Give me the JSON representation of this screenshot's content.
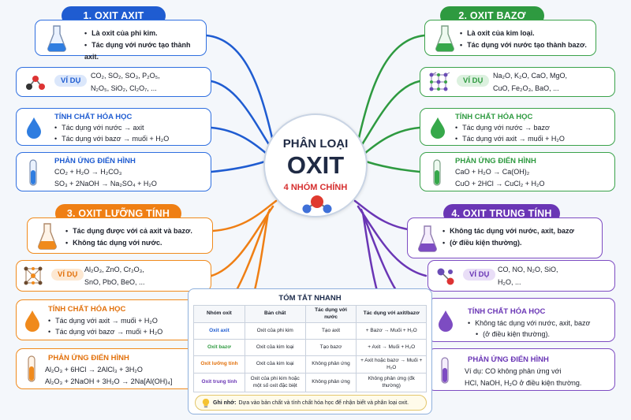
{
  "center": {
    "line1": "PHÂN LOẠI",
    "line2": "OXIT",
    "line3": "4 NHÓM CHÍNH"
  },
  "colors": {
    "blue": "#1f5cd1",
    "green": "#2e9a40",
    "orange": "#ef7f14",
    "purple": "#6a36b5"
  },
  "groups": {
    "axit": {
      "title": "1. OXIT AXIT",
      "points": [
        "Là oxit của phi kim.",
        "Tác dụng với nước tạo thành axit."
      ],
      "example_label": "VÍ DỤ",
      "examples": [
        "CO₂,  SO₂,  SO₃,  P₂O₅,",
        "N₂O₅,  SiO₂,  Cl₂O₇, ..."
      ],
      "chem_title": "TÍNH CHẤT HÓA HỌC",
      "chem": [
        "Tác dụng với nước → axit",
        "Tác dụng với bazơ → muối + H₂O"
      ],
      "react_title": "PHẢN ỨNG ĐIỂN HÌNH",
      "react": [
        "CO₂  +  H₂O  →  H₂CO₃",
        "SO₃  +  2NaOH  →  Na₂SO₄  +  H₂O"
      ]
    },
    "bazo": {
      "title": "2. OXIT BAZƠ",
      "points": [
        "Là oxit của kim loại.",
        "Tác dụng với nước tạo thành bazơ."
      ],
      "example_label": "VÍ DỤ",
      "examples": [
        "Na₂O,  K₂O,  CaO,  MgO,",
        "CuO,  Fe₂O₃,  BaO, ..."
      ],
      "chem_title": "TÍNH CHẤT HÓA HỌC",
      "chem": [
        "Tác dụng với nước → bazơ",
        "Tác dụng với axit → muối + H₂O"
      ],
      "react_title": "PHẢN ỨNG ĐIỂN HÌNH",
      "react": [
        "CaO  +  H₂O  →  Ca(OH)₂",
        "CuO  +  2HCl  →  CuCl₂  +  H₂O"
      ]
    },
    "luongtinh": {
      "title": "3. OXIT LƯỠNG TÍNH",
      "points": [
        "Tác dụng được với cả axit và bazơ.",
        "Không tác dụng với nước."
      ],
      "example_label": "VÍ DỤ",
      "examples": [
        "Al₂O₃,  ZnO,  Cr₂O₃,",
        "SnO,  PbO,  BeO, ..."
      ],
      "chem_title": "TÍNH CHẤT HÓA HỌC",
      "chem": [
        "Tác dụng với axit → muối + H₂O",
        "Tác dụng với bazơ → muối + H₂O"
      ],
      "react_title": "PHẢN ỨNG ĐIỂN HÌNH",
      "react": [
        "Al₂O₃  +  6HCl  →  2AlCl₃  +  3H₂O",
        "Al₂O₃  +  2NaOH  +  3H₂O  →  2Na[Al(OH)₄]"
      ]
    },
    "trungtinh": {
      "title": "4. OXIT TRUNG TÍNH",
      "points": [
        "Không tác dụng với nước, axit, bazơ",
        "(ở điều kiện thường)."
      ],
      "example_label": "VÍ DỤ",
      "examples": [
        "CO,  NO,  N₂O,  SiO,",
        "H₂O, ..."
      ],
      "chem_title": "TÍNH CHẤT HÓA HỌC",
      "chem": [
        "Không tác dụng với nước, axit, bazơ",
        "(ở điều kiện thường)."
      ],
      "react_title": "PHẢN ỨNG ĐIỂN HÌNH",
      "react": [
        "Ví dụ: CO không phản ứng với",
        "HCl, NaOH, H₂O ở điều kiện thường."
      ]
    }
  },
  "summary": {
    "title": "TÓM TẮT NHANH",
    "headers": [
      "Nhóm oxit",
      "Bản chất",
      "Tác dụng với nước",
      "Tác dụng với axit/bazơ"
    ],
    "rows": [
      [
        "Oxit axit",
        "Oxit của phi kim",
        "Tạo axit",
        "+ Bazơ → Muối + H₂O"
      ],
      [
        "Oxit bazơ",
        "Oxit của kim loại",
        "Tạo bazơ",
        "+ Axit → Muối + H₂O"
      ],
      [
        "Oxit lưỡng tính",
        "Oxit của kim loại",
        "Không phản ứng",
        "+ Axit hoặc bazơ → Muối + H₂O"
      ],
      [
        "Oxit trung tính",
        "Oxit của phi kim hoặc một số oxit đặc biệt",
        "Không phản ứng",
        "Không phản ứng (đk thường)"
      ]
    ],
    "note_label": "Ghi nhớ:",
    "note": "Dựa vào bản chất và tính chất hóa học để nhận biết và phân loại oxit."
  }
}
